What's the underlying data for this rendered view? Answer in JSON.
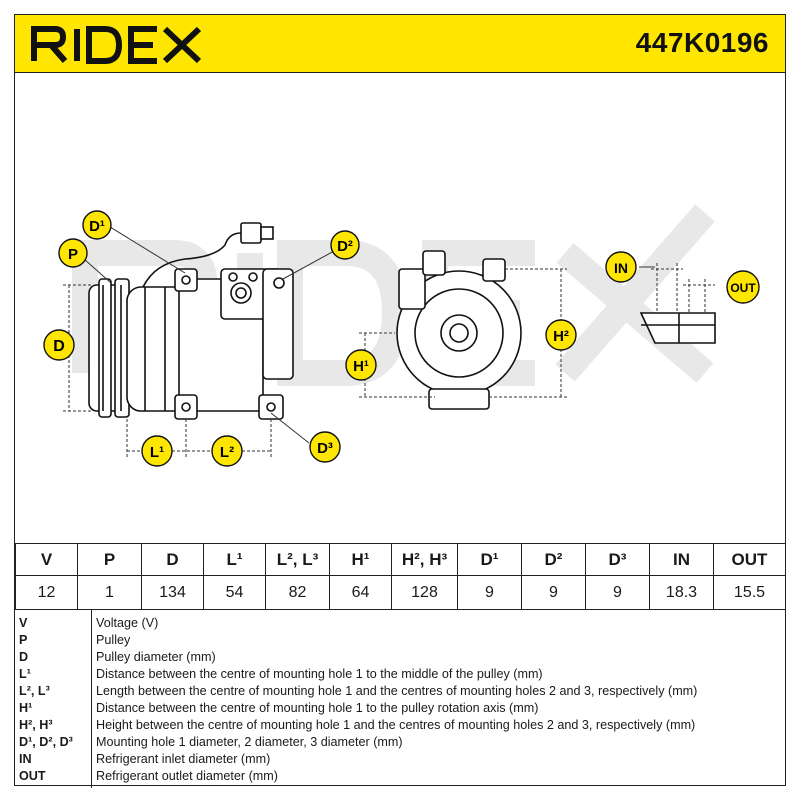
{
  "header": {
    "brand": "RIDEX",
    "part_number": "447K0196",
    "accent_color": "#ffe600"
  },
  "drawing": {
    "callouts": {
      "D1": "D¹",
      "P": "P",
      "D": "D",
      "D2": "D²",
      "L1": "L¹",
      "L2": "L²",
      "D3": "D³",
      "H1": "H¹",
      "H2": "H²",
      "IN": "IN",
      "OUT": "OUT"
    },
    "callout_color": "#ffe600",
    "watermark_text": "RIDEX"
  },
  "specs": {
    "headers": [
      "V",
      "P",
      "D",
      "L¹",
      "L², L³",
      "H¹",
      "H², H³",
      "D¹",
      "D²",
      "D³",
      "IN",
      "OUT"
    ],
    "values": [
      "12",
      "1",
      "134",
      "54",
      "82",
      "64",
      "128",
      "9",
      "9",
      "9",
      "18.3",
      "15.5"
    ]
  },
  "legend": [
    {
      "key": "V",
      "desc": "Voltage (V)"
    },
    {
      "key": "P",
      "desc": "Pulley"
    },
    {
      "key": "D",
      "desc": "Pulley diameter (mm)"
    },
    {
      "key": "L¹",
      "desc": "Distance between the centre of mounting hole 1 to the middle of the pulley (mm)"
    },
    {
      "key": "L², L³",
      "desc": "Length between the centre of mounting hole 1 and the centres of mounting holes 2 and 3, respectively (mm)"
    },
    {
      "key": "H¹",
      "desc": "Distance between the centre of mounting hole 1 to the pulley rotation axis (mm)"
    },
    {
      "key": "H², H³",
      "desc": "Height between the centre of mounting hole 1 and the centres of mounting holes 2 and 3, respectively (mm)"
    },
    {
      "key": "D¹, D², D³",
      "desc": "Mounting hole 1 diameter, 2 diameter, 3 diameter (mm)"
    },
    {
      "key": "IN",
      "desc": "Refrigerant inlet diameter (mm)"
    },
    {
      "key": "OUT",
      "desc": "Refrigerant outlet diameter (mm)"
    }
  ]
}
